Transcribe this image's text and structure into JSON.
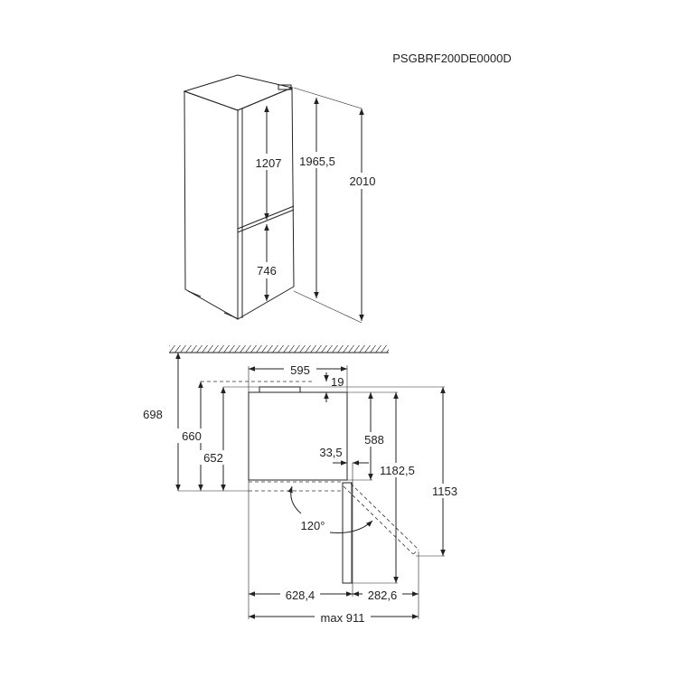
{
  "model_code": "PSGBRF200DE0000D",
  "perspective_view": {
    "fridge_door_height": "1207",
    "freezer_door_height": "746",
    "body_height": "1965,5",
    "total_height": "2010"
  },
  "top_view": {
    "width": "595",
    "top_gap": "19",
    "depth_wall": "698",
    "depth_660": "660",
    "depth_652": "652",
    "inner_depth": "588",
    "door_offset": "33,5",
    "depth_door_open": "1182,5",
    "depth_door_120": "1153",
    "door_angle": "120°",
    "width_door_open": "628,4",
    "door_swing_width": "282,6",
    "max_width": "max 911"
  },
  "colors": {
    "line": "#222222",
    "background": "#ffffff"
  }
}
